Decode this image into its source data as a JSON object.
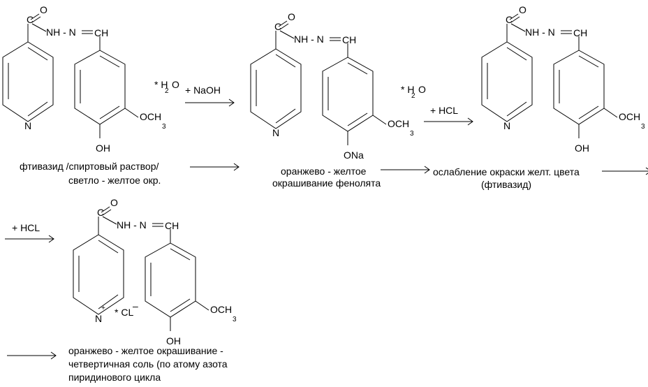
{
  "molecules": [
    {
      "O": "O",
      "NH": "NH - N",
      "CH": "CH",
      "N": "N",
      "sub_pos": "OH",
      "sub_meta_och": "OCH",
      "sub_meta_3": "3",
      "hydrate_star": "* H",
      "hydrate_2": "2",
      "hydrate_o": "O"
    },
    {
      "O": "O",
      "NH": "NH - N",
      "CH": "CH",
      "N": "N",
      "sub_pos": "ONa",
      "sub_meta_och": "OCH",
      "sub_meta_3": "3",
      "hydrate_star": "* H",
      "hydrate_2": "2",
      "hydrate_o": "O"
    },
    {
      "O": "O",
      "NH": "NH - N",
      "CH": "CH",
      "N": "N",
      "sub_pos": "OH",
      "sub_meta_och": "OCH",
      "sub_meta_3": "3"
    },
    {
      "O": "O",
      "NH": "NH - N",
      "CH": "CH",
      "N": "N",
      "N_plus": "+",
      "sub_pos": "OH",
      "sub_meta_och": "OCH",
      "sub_meta_3": "3",
      "chloride": "* CL",
      "chloride_charge": "–"
    }
  ],
  "reagents": {
    "naoh": "+ NaOH",
    "hcl_1": "+ HCL",
    "hcl_2": "+ HCL"
  },
  "captions": {
    "ftivazid_1": "фтивазид  /спиртовый раствор/",
    "ftivazid_2": "светло - желтое окр.",
    "orange_1": "оранжево - желтое",
    "orange_2": "окрашивание фенолята",
    "weaken_1": "ослабление окраски желт. цвета",
    "weaken_2": "(фтивазид)",
    "final_1": "оранжево - желтое окрашивание -",
    "final_2": "четвертичная соль (по атому азота",
    "final_3": "пиридинового цикла"
  }
}
